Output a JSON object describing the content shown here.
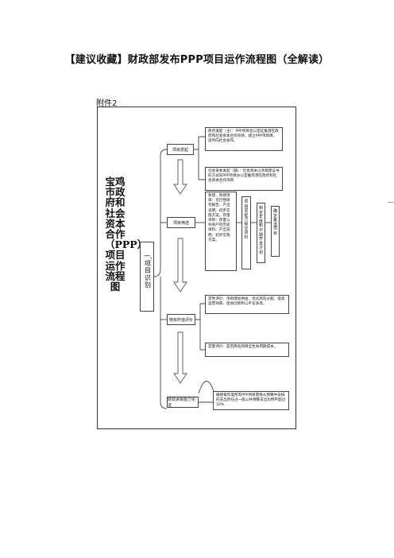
{
  "title": "【建议收藏】财政部发布PPP项目运作流程图（全解读）",
  "attachment_label": "附件2",
  "side_title": "宝鸡市政府和社会资本合作（PPP）项目运作流程图",
  "stage": "一、项目识别",
  "nodes": {
    "n1": "项目发起",
    "n2": "项目筛选",
    "n3": "物有所值评价",
    "n4": "财政承受能力论证"
  },
  "descs": {
    "d1": "政府发起（主）：PPP项目合公室征集潜在政府和社会资本合作项目，建立PPP项目库，适时向社会发布。",
    "d2": "社会资本发起（辅）：社会资本以项目建议书的方式向PPP项目办公室推荐潜在政府和社会资本合作项目",
    "d3": "新建、改建项目：可行性研究报告、产出说明、初步实施方案。存量项目：存量公共资产的历史资料、产出说明、初步实施方案。",
    "d4": "定性评价：项目增加供给、优化风险分配、提高运营效率、促进创新和公平竞争等。",
    "d5": "定量评价：是否降低项目全生命周期成本。",
    "d6": "确保每年度所有PPP项目需要从预算中安排的支出责任占一般公共预算支出比例不超过10%"
  },
  "vboxes": {
    "v1": "项目发起方提交资料",
    "v2": "制定年度和中期开发计划",
    "v3": "确定备选项目"
  }
}
